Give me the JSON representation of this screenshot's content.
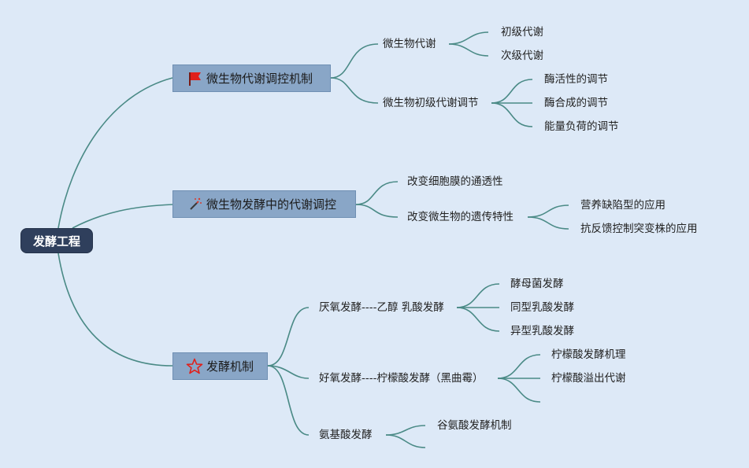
{
  "root": {
    "label": "发酵工程"
  },
  "branches": [
    {
      "label": "微生物代谢调控机制",
      "icon": "red-flag-icon",
      "children": [
        {
          "label": "微生物代谢",
          "children": [
            "初级代谢",
            "次级代谢"
          ]
        },
        {
          "label": "微生物初级代谢调节",
          "children": [
            "酶活性的调节",
            "酶合成的调节",
            "能量负荷的调节"
          ]
        }
      ]
    },
    {
      "label": "微生物发酵中的代谢调控",
      "icon": "magic-wand-icon",
      "children": [
        {
          "label": "改变细胞膜的通透性",
          "children": []
        },
        {
          "label": "改变微生物的遗传特性",
          "children": [
            "营养缺陷型的应用",
            "抗反馈控制突变株的应用"
          ]
        }
      ]
    },
    {
      "label": "发酵机制",
      "icon": "star-icon",
      "children": [
        {
          "label": "厌氧发酵----乙醇 乳酸发酵",
          "children": [
            "酵母菌发酵",
            "同型乳酸发酵",
            "异型乳酸发酵"
          ]
        },
        {
          "label": "好氧发酵----柠檬酸发酵（黑曲霉）",
          "children": [
            "柠檬酸发酵机理",
            "柠檬酸溢出代谢"
          ]
        },
        {
          "label": "氨基酸发酵",
          "children": [
            "谷氨酸发酵机制"
          ]
        }
      ]
    }
  ],
  "colors": {
    "background": "#dde9f7",
    "root_fill": "#2f3f5c",
    "branch_fill": "#89a6c7",
    "connector": "#4a8a86",
    "flag": "#e0201b",
    "star": "#e0201b",
    "wand": "#d63b2f"
  }
}
